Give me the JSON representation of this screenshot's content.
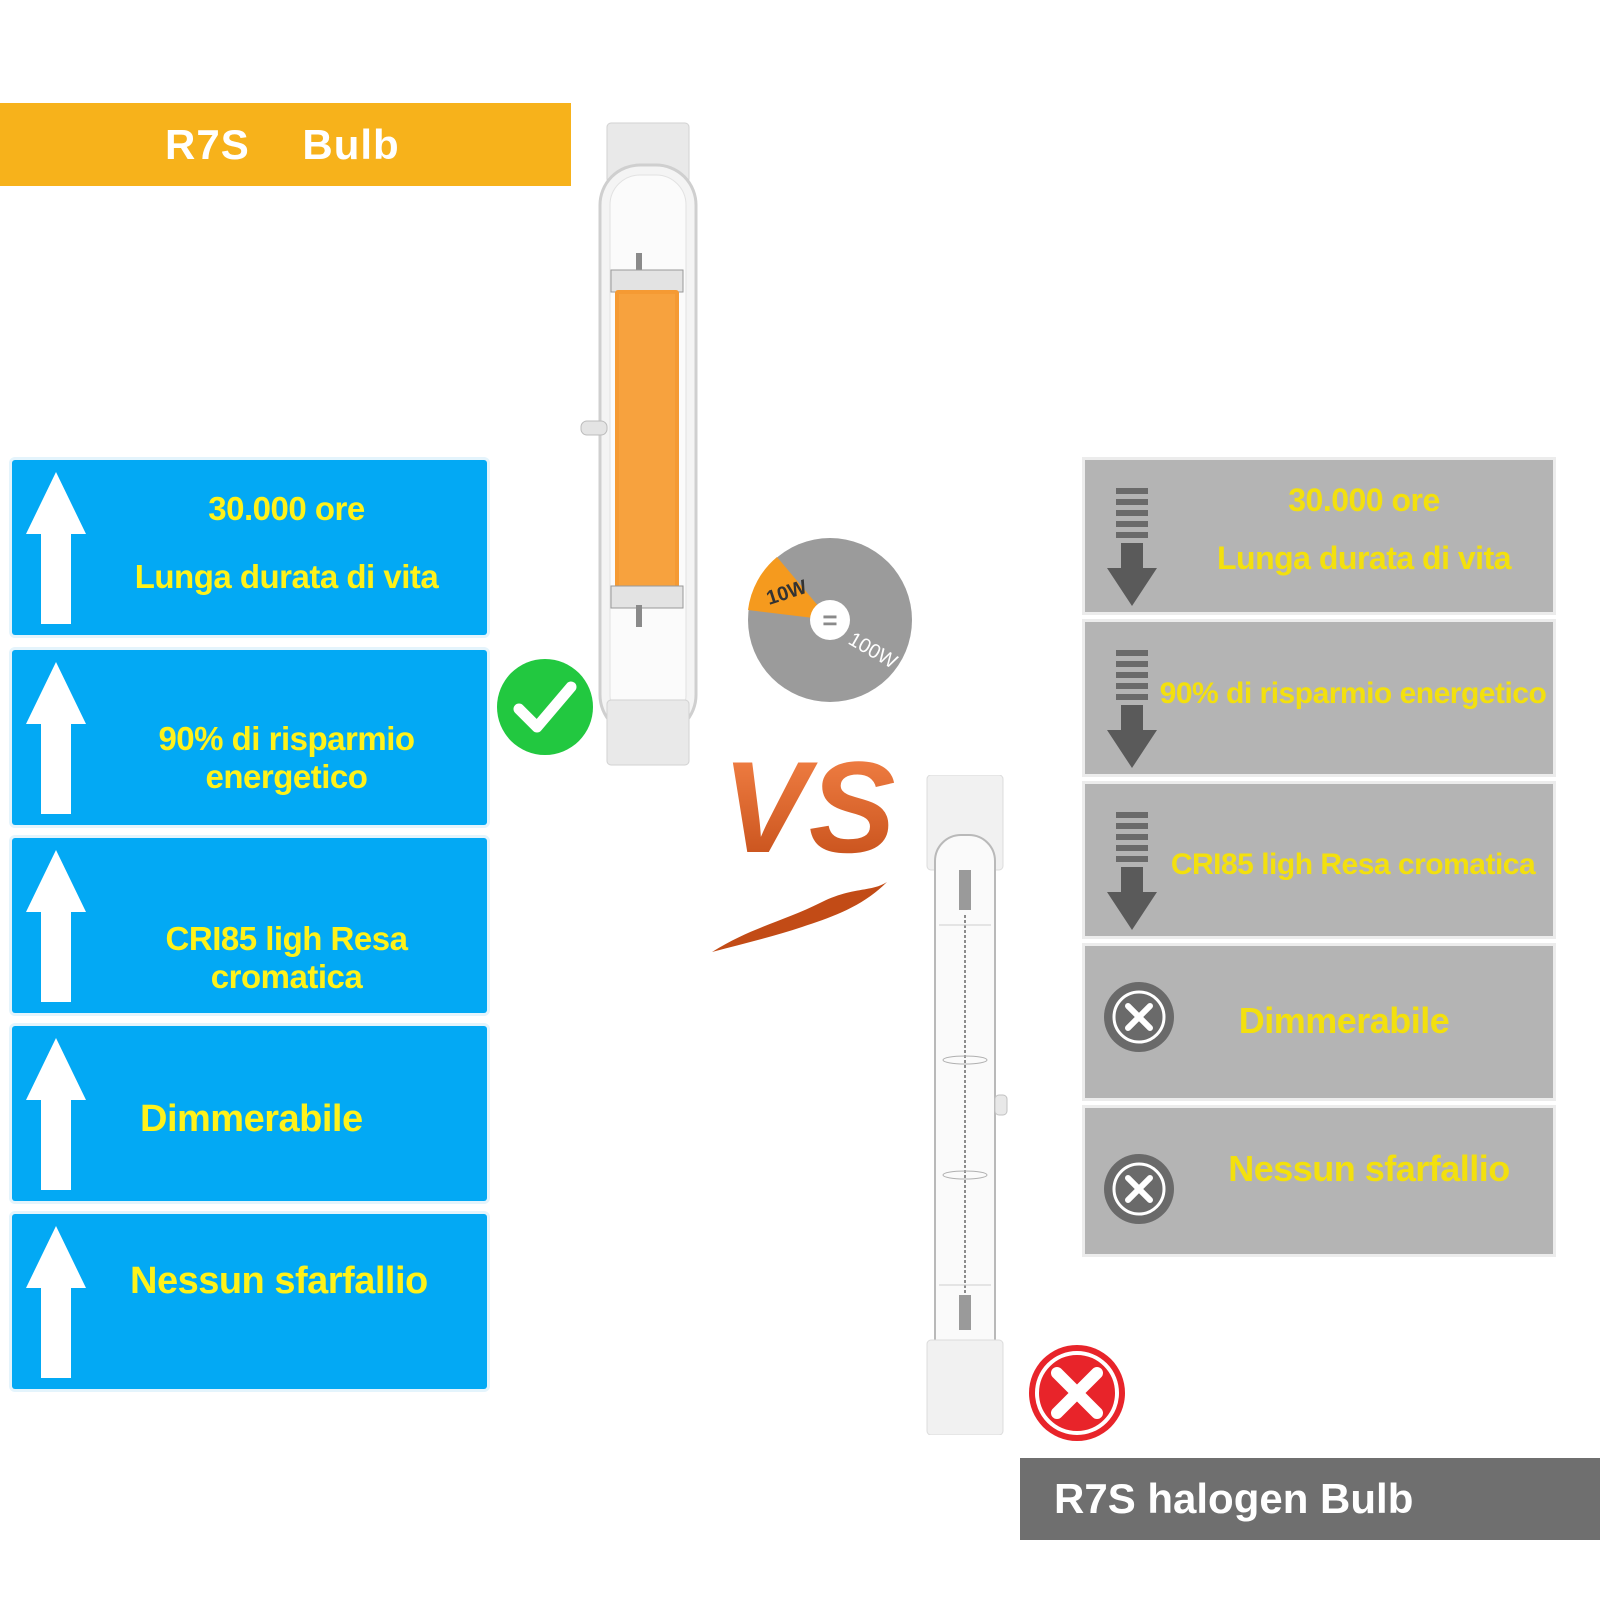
{
  "led": {
    "title": "R7S Bulb",
    "features": [
      {
        "line1": "30.000 ore",
        "line2": "Lunga durata di vita"
      },
      {
        "line1": "90% di risparmio energetico"
      },
      {
        "line1": "CRI85 ligh Resa cromatica"
      },
      {
        "line1": "Dimmerabile"
      },
      {
        "line1": "Nessun sfarfallio"
      }
    ]
  },
  "halogen": {
    "title": "R7S halogen Bulb",
    "features": [
      {
        "line1": "30.000 ore",
        "line2": "Lunga durata di vita",
        "icon": "down-arrow-icon"
      },
      {
        "line1": "90% di risparmio energetico",
        "icon": "down-arrow-icon"
      },
      {
        "line1": "CRI85 ligh Resa cromatica",
        "icon": "down-arrow-icon"
      },
      {
        "line1": "Dimmerabile",
        "icon": "x-circle-icon"
      },
      {
        "line1": "Nessun sfarfallio",
        "icon": "x-circle-icon"
      }
    ]
  },
  "comparison": {
    "led_watt": "10W",
    "equals": "=",
    "halogen_watt": "100W",
    "vs_label": "VS"
  },
  "colors": {
    "accent_orange": "#f7b21b",
    "feature_blue": "#03a9f4",
    "feature_grey": "#b4b4b4",
    "feature_text_yellow": "#fff21a",
    "check_green": "#22c840",
    "cross_red": "#e8242a"
  }
}
